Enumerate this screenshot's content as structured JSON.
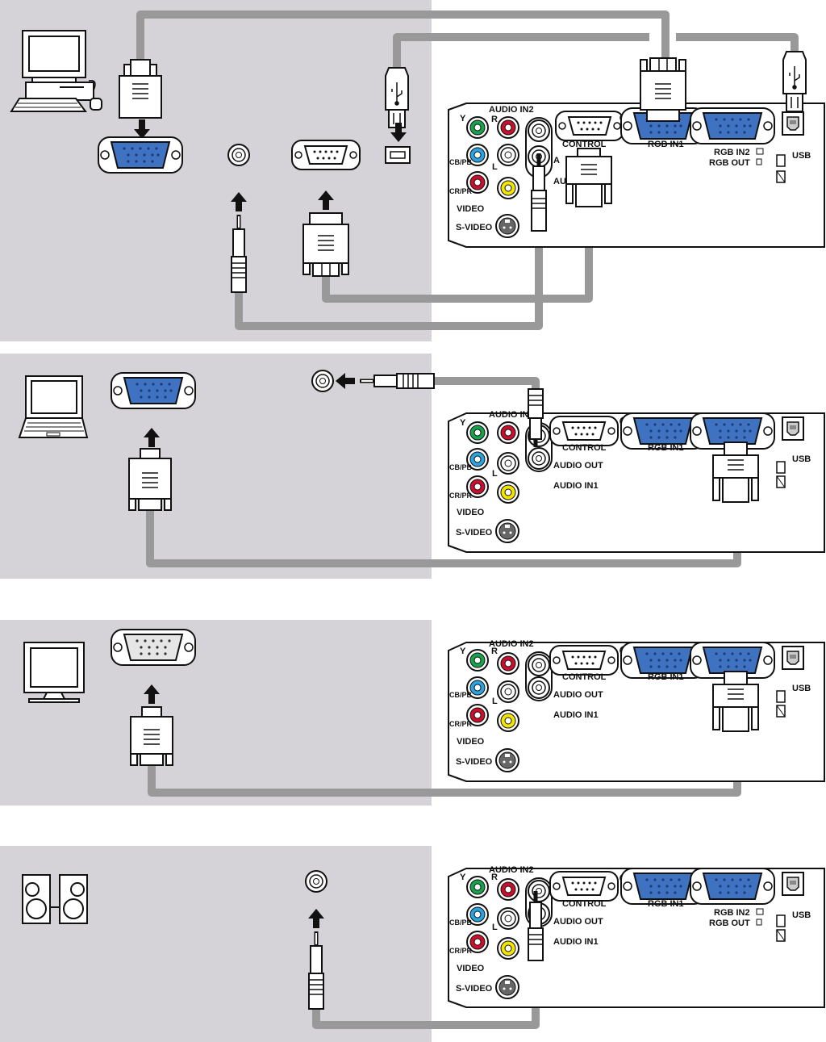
{
  "colors": {
    "panel_bg": "#d5d3d8",
    "cable": "#999999",
    "vga_blue": "#3f73c2",
    "jack_green": "#17a24b",
    "jack_blue": "#2ba3df",
    "jack_red": "#c8102e",
    "jack_yellow": "#f3e500",
    "outline": "#111111"
  },
  "panel_labels": {
    "audio_in2": "AUDIO IN2",
    "y": "Y",
    "cb_pb": "CB/PB",
    "cr_pr": "CR/PR",
    "r": "R",
    "l": "L",
    "video": "VIDEO",
    "s_video": "S-VIDEO",
    "control": "CONTROL",
    "rgb_in1": "RGB IN1",
    "rgb_in2": "RGB IN2",
    "rgb_out": "RGB OUT",
    "usb": "USB",
    "audio_out": "AUDIO OUT",
    "audio_in1": "AUDIO IN1"
  },
  "sections": [
    {
      "device": "desktop-computer-icon",
      "connection": "rgb-in1, audio-in1, control, usb"
    },
    {
      "device": "laptop-computer-icon",
      "connection": "rgb-in2, audio-out"
    },
    {
      "device": "monitor-icon",
      "connection": "rgb-out"
    },
    {
      "device": "speakers-icon",
      "connection": "audio-out"
    }
  ]
}
